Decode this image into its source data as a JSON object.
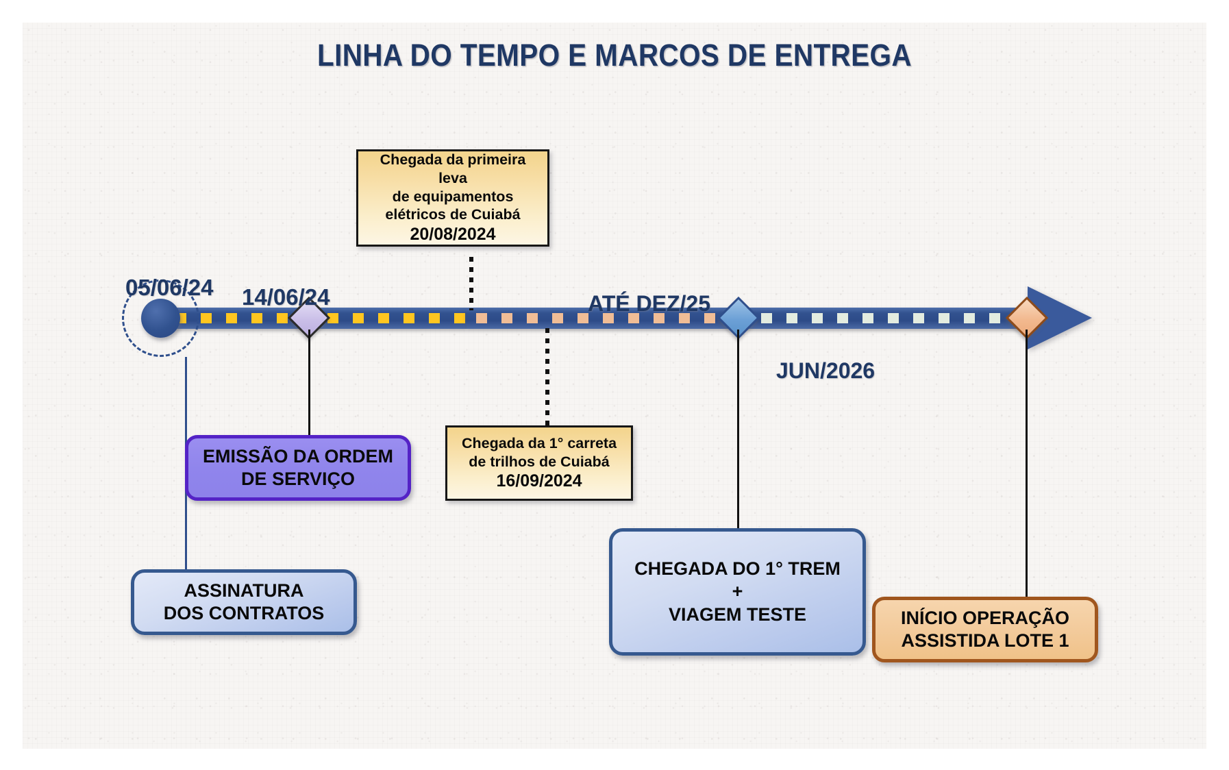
{
  "slide": {
    "title": "LINHA DO TEMPO E MARCOS DE ENTREGA",
    "background_color": "#f7f5f3",
    "accent_color": "#1F3864"
  },
  "timeline": {
    "start_marker": {
      "name": "start-circle",
      "date_label": "05/06/24"
    },
    "milestones": [
      {
        "id": "m1",
        "marker": "diamond-purple",
        "marker_color": "#cabfe8",
        "date_label": "14/06/24",
        "callout": {
          "style": "purple",
          "lines": [
            "EMISSÃO DA ORDEM",
            "DE SERVIÇO"
          ]
        }
      },
      {
        "id": "m2",
        "marker": "diamond-blue",
        "marker_color": "#6ca0d6",
        "date_label": "ATÉ DEZ/25",
        "callout": {
          "style": "light-blue",
          "lines": [
            "CHEGADA DO 1° TREM",
            "+",
            "VIAGEM TESTE"
          ]
        }
      },
      {
        "id": "m3",
        "marker": "diamond-orange",
        "marker_color": "#f2b98f",
        "date_label": "JUN/2026",
        "callout": {
          "style": "orange",
          "lines": [
            "INÍCIO OPERAÇÃO",
            "ASSISTIDA LOTE 1"
          ]
        }
      }
    ],
    "start_callout": {
      "style": "light-blue",
      "lines": [
        "ASSINATURA",
        "DOS CONTRATOS"
      ]
    },
    "notes": [
      {
        "id": "n1",
        "style": "yellow",
        "lines": [
          "Chegada da primeira leva",
          "de equipamentos",
          "elétricos de Cuiabá"
        ],
        "date": "20/08/2024",
        "position": "above-line"
      },
      {
        "id": "n2",
        "style": "yellow",
        "lines": [
          "Chegada da 1° carreta",
          "de trilhos de Cuiabá"
        ],
        "date": "16/09/2024",
        "position": "below-line"
      }
    ],
    "segments": [
      {
        "dash_color": "#ffc620",
        "name": "segment-yellow"
      },
      {
        "dash_color": "#f0bd96",
        "name": "segment-peach"
      },
      {
        "dash_color": "#e3ece0",
        "name": "segment-mint"
      }
    ]
  }
}
